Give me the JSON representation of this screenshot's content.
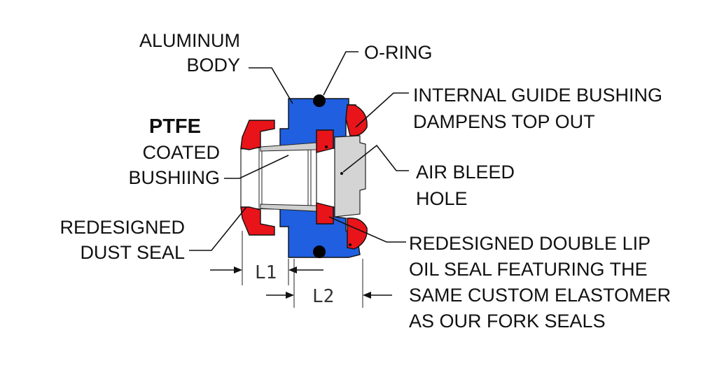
{
  "labels": {
    "aluminum_body_line1": "ALUMINUM",
    "aluminum_body_line2": "BODY",
    "o_ring": "O-RING",
    "internal_guide_line1": "INTERNAL GUIDE BUSHING",
    "internal_guide_line2": "DAMPENS TOP OUT",
    "ptfe": "PTFE",
    "coated": "COATED",
    "bushing": "BUSHIING",
    "air_bleed_line1": "AIR BLEED",
    "air_bleed_line2": "HOLE",
    "dust_seal_line1": "REDESIGNED",
    "dust_seal_line2": "DUST SEAL",
    "oil_seal_line1": "REDESIGNED DOUBLE LIP",
    "oil_seal_line2": "OIL SEAL FEATURING THE",
    "oil_seal_line3": "SAME CUSTOM ELASTOMER",
    "oil_seal_line4": "AS OUR FORK SEALS",
    "dim_l1": "L1",
    "dim_l2": "L2"
  },
  "colors": {
    "body": "#1f5fe0",
    "seal": "#e8141a",
    "bushing": "#d4d4d4",
    "o_ring": "#000000",
    "background": "#ffffff"
  }
}
